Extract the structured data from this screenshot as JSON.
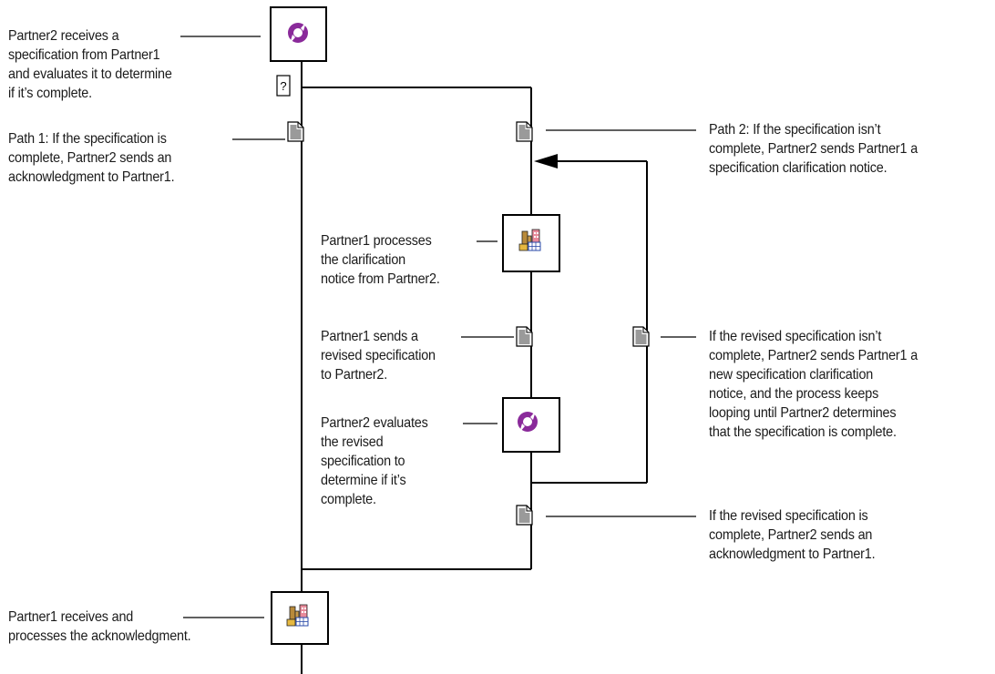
{
  "annotations": {
    "p2_receives": "Partner2 receives a\nspecification from Partner1\nand evaluates it to determine\nif it’s complete.",
    "path1": "Path 1: If the specification is\ncomplete, Partner2 sends an\nacknowledgment to Partner1.",
    "path2": "Path 2: If the specification isn’t\ncomplete, Partner2 sends Partner1 a\nspecification clarification notice.",
    "p1_processes_clarification": "Partner1 processes\nthe clarification\nnotice from Partner2.",
    "p1_sends_revised": "Partner1 sends a\nrevised specification\nto Partner2.",
    "p2_evaluates_revised": "Partner2 evaluates\nthe revised\nspecification to\ndetermine if it’s\ncomplete.",
    "revised_incomplete": "If the revised specification isn’t\ncomplete, Partner2 sends Partner1 a\nnew specification clarification\nnotice, and the process keeps\nlooping until Partner2 determines\nthat the specification is complete.",
    "revised_complete": "If the revised specification is\ncomplete, Partner2 sends an\nacknowledgment to Partner1.",
    "p1_receives_ack": "Partner1 receives and\nprocesses the acknowledgment."
  },
  "decision_marker": "?",
  "icons": {
    "partner2_activity": "purple-cycle-icon",
    "partner1_activity": "factory-building-icon",
    "message": "document-icon"
  },
  "colors": {
    "line": "#000000",
    "activity_purple": "#8a2a9a",
    "document_gray": "#9a9a9a"
  }
}
